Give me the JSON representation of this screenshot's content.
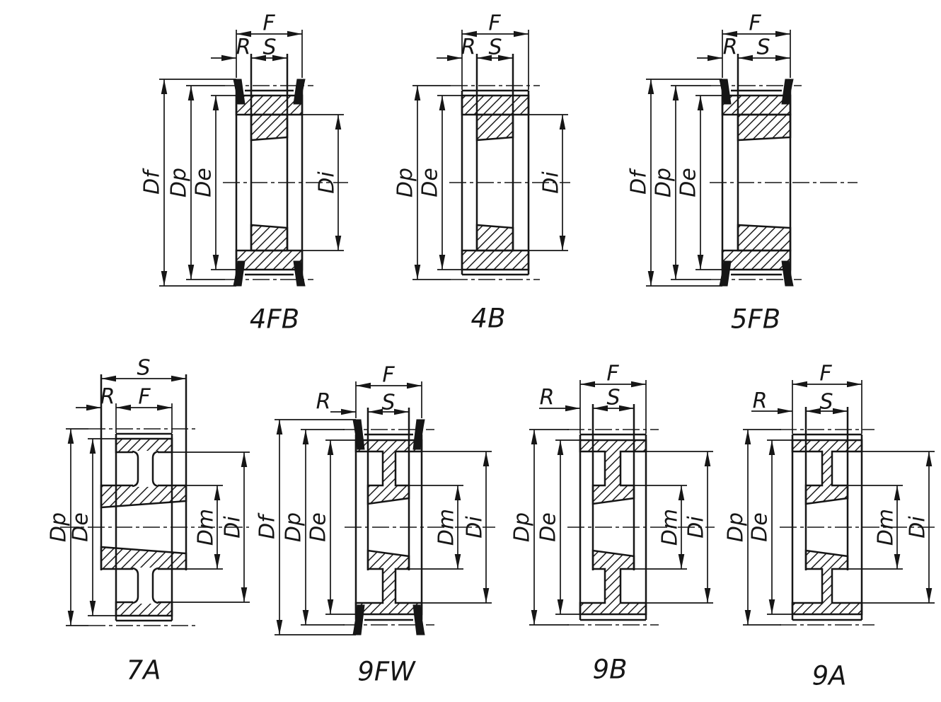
{
  "sheet": {
    "background": "#ffffff",
    "line_color": "#161616"
  },
  "figures": [
    {
      "caption": "4FB",
      "top_dims": [
        "F",
        "R",
        "S"
      ],
      "left_dims": [
        "Df",
        "Dp",
        "De"
      ],
      "right_dims": [
        "Di"
      ]
    },
    {
      "caption": "4B",
      "top_dims": [
        "F",
        "R",
        "S"
      ],
      "left_dims": [
        "Dp",
        "De"
      ],
      "right_dims": [
        "Di"
      ]
    },
    {
      "caption": "5FB",
      "top_dims": [
        "F",
        "R",
        "S"
      ],
      "left_dims": [
        "Df",
        "Dp",
        "De"
      ],
      "right_dims": []
    },
    {
      "caption": "7A",
      "top_dims": [
        "S",
        "R",
        "F"
      ],
      "left_dims": [
        "Dp",
        "De"
      ],
      "right_dims": [
        "Dm",
        "Di"
      ]
    },
    {
      "caption": "9FW",
      "top_dims": [
        "F",
        "R",
        "S"
      ],
      "left_dims": [
        "Df",
        "Dp",
        "De"
      ],
      "right_dims": [
        "Dm",
        "Di"
      ]
    },
    {
      "caption": "9B",
      "top_dims": [
        "F",
        "R",
        "S"
      ],
      "left_dims": [
        "Dp",
        "De"
      ],
      "right_dims": [
        "Dm",
        "Di"
      ]
    },
    {
      "caption": "9A",
      "top_dims": [
        "F",
        "R",
        "S"
      ],
      "left_dims": [
        "Dp",
        "De"
      ],
      "right_dims": [
        "Dm",
        "Di"
      ]
    }
  ]
}
